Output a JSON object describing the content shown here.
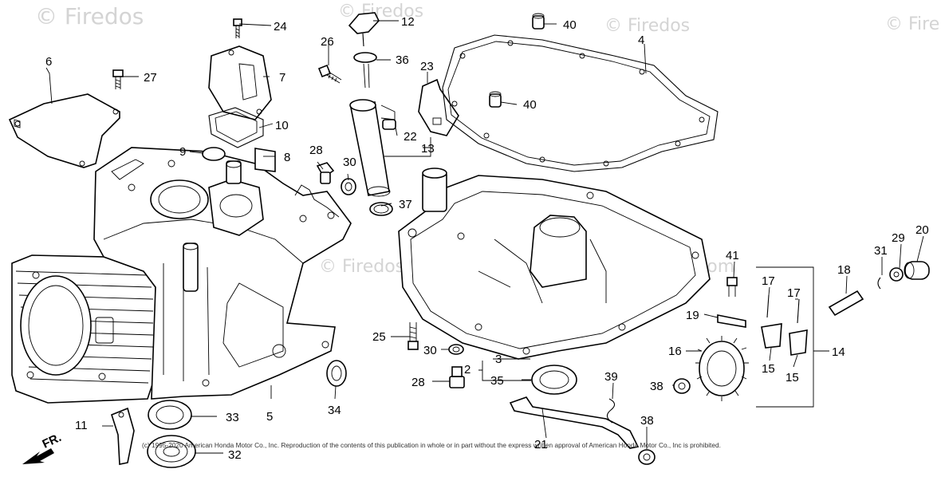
{
  "watermark": {
    "primary": "© Firedos",
    "right": "© Fire",
    "faint": "© Firedos.com"
  },
  "callouts": [
    {
      "id": "1",
      "text": "2"
    },
    {
      "id": "2",
      "text": "3"
    },
    {
      "id": "3",
      "text": "4"
    },
    {
      "id": "4",
      "text": "5"
    },
    {
      "id": "5",
      "text": "6"
    },
    {
      "id": "6",
      "text": "7"
    },
    {
      "id": "7",
      "text": "8"
    },
    {
      "id": "8",
      "text": "9"
    },
    {
      "id": "9",
      "text": "10"
    },
    {
      "id": "10",
      "text": "11"
    },
    {
      "id": "11",
      "text": "12"
    },
    {
      "id": "12",
      "text": "13"
    },
    {
      "id": "13",
      "text": "14"
    },
    {
      "id": "14",
      "text": "15"
    },
    {
      "id": "15",
      "text": "15"
    },
    {
      "id": "16",
      "text": "16"
    },
    {
      "id": "17",
      "text": "17"
    },
    {
      "id": "18",
      "text": "17"
    },
    {
      "id": "19",
      "text": "18"
    },
    {
      "id": "20",
      "text": "19"
    },
    {
      "id": "21",
      "text": "20"
    },
    {
      "id": "22",
      "text": "21"
    },
    {
      "id": "23",
      "text": "22"
    },
    {
      "id": "24",
      "text": "23"
    },
    {
      "id": "25",
      "text": "24"
    },
    {
      "id": "26",
      "text": "25"
    },
    {
      "id": "27",
      "text": "26"
    },
    {
      "id": "28",
      "text": "27"
    },
    {
      "id": "29",
      "text": "28"
    },
    {
      "id": "30",
      "text": "28"
    },
    {
      "id": "31",
      "text": "29"
    },
    {
      "id": "32",
      "text": "30"
    },
    {
      "id": "33",
      "text": "30"
    },
    {
      "id": "34",
      "text": "31"
    },
    {
      "id": "35",
      "text": "32"
    },
    {
      "id": "36",
      "text": "33"
    },
    {
      "id": "37",
      "text": "34"
    },
    {
      "id": "38",
      "text": "35"
    },
    {
      "id": "39",
      "text": "36"
    },
    {
      "id": "40",
      "text": "37"
    },
    {
      "id": "41",
      "text": "38"
    },
    {
      "id": "42",
      "text": "38"
    },
    {
      "id": "43",
      "text": "39"
    },
    {
      "id": "44",
      "text": "40"
    },
    {
      "id": "45",
      "text": "40"
    },
    {
      "id": "46",
      "text": "41"
    }
  ],
  "front_label": "FR.",
  "copyright": "(c) 1995-2020 American Honda Motor Co., Inc. Reproduction of the contents of this publication in whole or in part without the express written approval of American Honda Motor Co., Inc is prohibited."
}
